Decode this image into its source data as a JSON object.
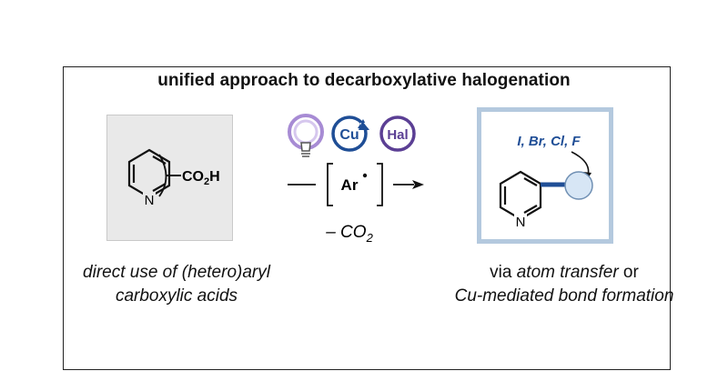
{
  "title": "unified approach to decarboxylative halogenation",
  "reactant": {
    "substituent": "CO",
    "substituent_sub": "2",
    "substituent_tail": "H",
    "nitrogen": "N"
  },
  "conditions": {
    "cu_label": "Cu",
    "hal_label": "Hal",
    "intermediate": "Ar",
    "loss_prefix": "– CO",
    "loss_sub": "2"
  },
  "product": {
    "halogens": "I, Br, Cl, F",
    "nitrogen": "N"
  },
  "captions": {
    "left_line1": "direct use of (hetero)aryl",
    "left_line2": "carboxylic acids",
    "right_via": "via ",
    "right_atom_transfer": "atom transfer",
    "right_or": " or",
    "right_line2": "Cu-mediated bond formation"
  },
  "colors": {
    "bulb": "#a78bd4",
    "cu_circle": "#1f4e96",
    "hal_circle": "#5b3f94",
    "product_frame": "#b4c9de",
    "bond_blue": "#1f4e96",
    "halogen_sphere": "#d7e6f5",
    "reactant_bg": "#e9e9e9"
  },
  "icons": [
    "lightbulb-icon",
    "copper-cycle-icon",
    "halogen-source-icon"
  ]
}
